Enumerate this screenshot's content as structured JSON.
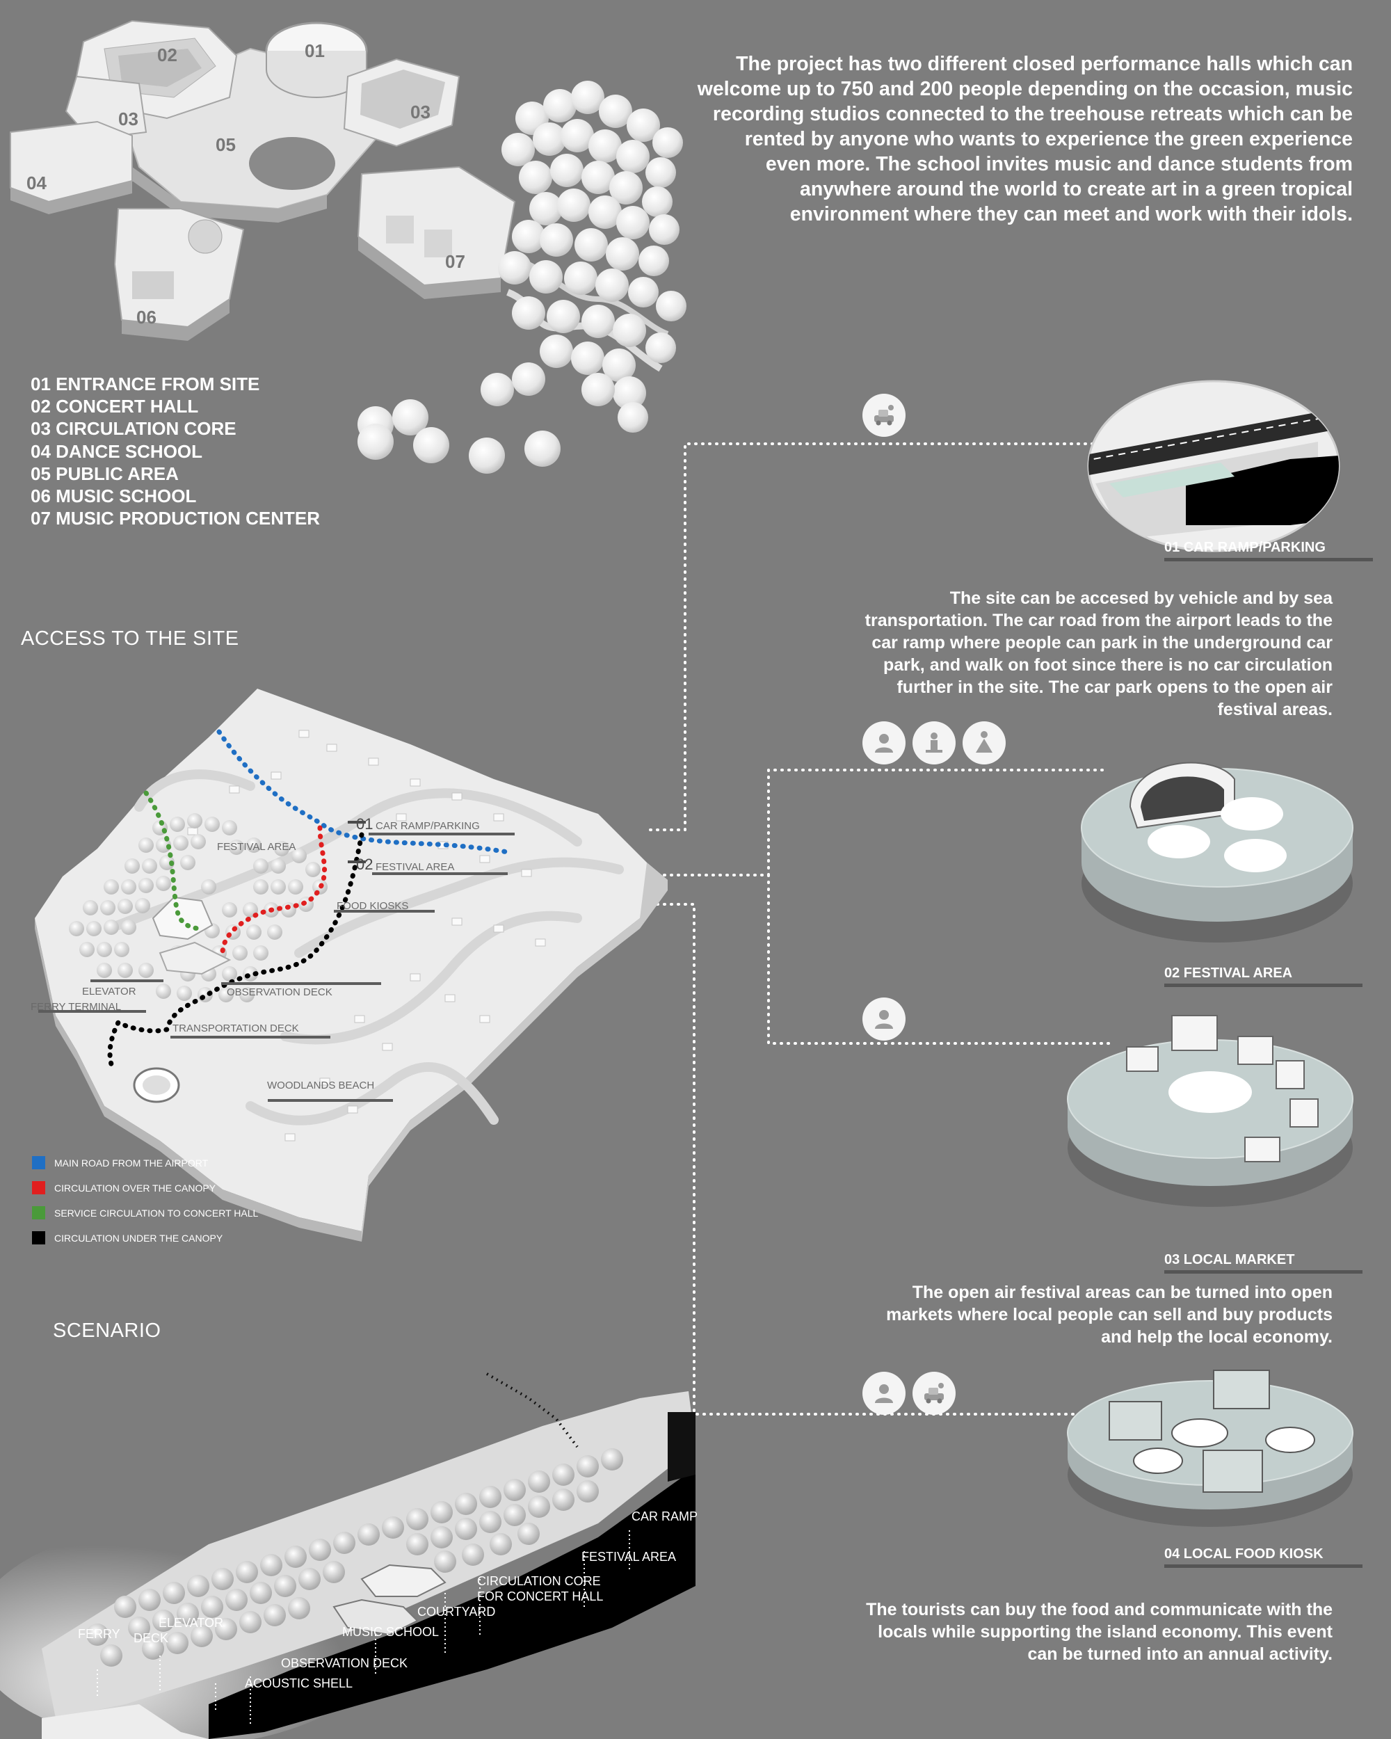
{
  "project_description": "The project has two different closed performance halls which can welcome up to 750 and 200 people depending on the occasion, music recording studios connected to the treehouse retreats which can be rented by anyone who wants to experience the green experience even more. The school invites music and dance students from anywhere around the world to create art in a green tropical environment where they can meet and work with their idols.",
  "plan_numbers": [
    "01",
    "02",
    "03",
    "03",
    "04",
    "05",
    "06",
    "07"
  ],
  "program_legend": [
    "01 ENTRANCE FROM SITE",
    "02 CONCERT HALL",
    "03 CIRCULATION CORE",
    "04 DANCE SCHOOL",
    "05 PUBLIC AREA",
    "06 MUSIC SCHOOL",
    "07 MUSIC PRODUCTION CENTER"
  ],
  "access_title": "ACCESS TO THE SITE",
  "scenario_title": "SCENARIO",
  "site_labels": {
    "car_ramp_num": "01",
    "car_ramp": "CAR RAMP/PARKING",
    "festival_area_left": "FESTIVAL AREA",
    "festival_num": "02",
    "festival_area": "FESTIVAL AREA",
    "food_kiosks": "FOOD KIOSKS",
    "elevator": "ELEVATOR",
    "ferry_terminal": "FERRY TERMINAL",
    "observation_deck": "OBSERVATION DECK",
    "transportation_deck": "TRANSPORTATION DECK",
    "woodlands_beach": "WOODLANDS BEACH"
  },
  "circulation_key": [
    {
      "label": "MAIN ROAD FROM THE AIRPORT",
      "color": "#1f6fc4"
    },
    {
      "label": "CIRCULATION OVER THE CANOPY",
      "color": "#e01f1f"
    },
    {
      "label": "SERVICE CIRCULATION TO CONCERT HALL",
      "color": "#4a9a3a"
    },
    {
      "label": "CIRCULATION UNDER THE CANOPY",
      "color": "#000000"
    }
  ],
  "section_labels": {
    "car_ramp": "CAR RAMP",
    "festival_area": "FESTIVAL AREA",
    "circulation_core_1": "CIRCULATION CORE",
    "circulation_core_2": "FOR CONCERT HALL",
    "courtyard": "COURTYARD",
    "music_school": "MUSIC SCHOOL",
    "elevator": "ELEVATOR",
    "ferry": "FERRY",
    "deck": "DECK",
    "observation_deck": "OBSERVATION DECK",
    "acoustic_shell": "ACOUSTIC SHELL"
  },
  "scenarios": [
    {
      "caption": "01 CAR RAMP/PARKING",
      "icons": [
        "vehicle-icon"
      ],
      "description": "The site can be accesed by vehicle and by sea transportation. The car road from the airport leads to the car ramp where people can park in the underground car park, and walk on foot since there is no car circulation further in the site. The car park opens to the open air festival areas."
    },
    {
      "caption": "02 FESTIVAL AREA",
      "icons": [
        "person-icon",
        "performer-icon",
        "dancer-icon"
      ],
      "description": ""
    },
    {
      "caption": "03 LOCAL MARKET",
      "icons": [
        "person-icon"
      ],
      "description": "The open air festival areas can be turned into open markets where local people can sell and buy products and help the local economy."
    },
    {
      "caption": "04 LOCAL FOOD KIOSK",
      "icons": [
        "person-icon",
        "vehicle-icon"
      ],
      "description": "The tourists can buy the food and communicate with the locals while supporting the island economy. This event can be turned into an annual activity."
    }
  ]
}
